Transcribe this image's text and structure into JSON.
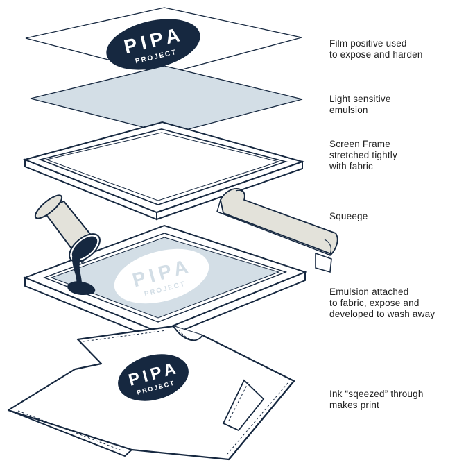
{
  "colors": {
    "navy": "#162840",
    "emulsion_blue": "#d3dee6",
    "squeegee_grey": "#e3e2da",
    "outline": "#162840",
    "text": "#222222"
  },
  "logo": {
    "line1": "PIPA",
    "line2": "PROJECT"
  },
  "labels": {
    "film": [
      "Film positive used",
      "to expose and harden"
    ],
    "emulsion": [
      "Light sensitive",
      "emulsion"
    ],
    "frame": [
      "Screen Frame",
      "stretched tightly",
      "with fabric"
    ],
    "squeegee": [
      "Squeege"
    ],
    "attached": [
      "Emulsion attached",
      "to fabric, expose and",
      "developed to wash away"
    ],
    "ink": [
      "Ink “sqeezed” through",
      "makes print"
    ]
  },
  "icons": [
    "ink-can-icon",
    "squeegee-icon",
    "tshirt-icon"
  ]
}
